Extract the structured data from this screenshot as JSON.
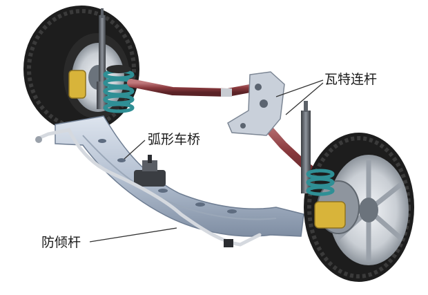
{
  "labels": {
    "watts_linkage": "瓦特连杆",
    "arc_axle": "弧形车桥",
    "anti_roll_bar": "防倾杆"
  },
  "colors": {
    "tire": "#1d1d1d",
    "rim": "#c9ced4",
    "beam": "#b8c4d4",
    "spring": "#2f8f95",
    "rod": "#8a3a3e",
    "caliper": "#d8b43a",
    "leader": "#333333"
  }
}
